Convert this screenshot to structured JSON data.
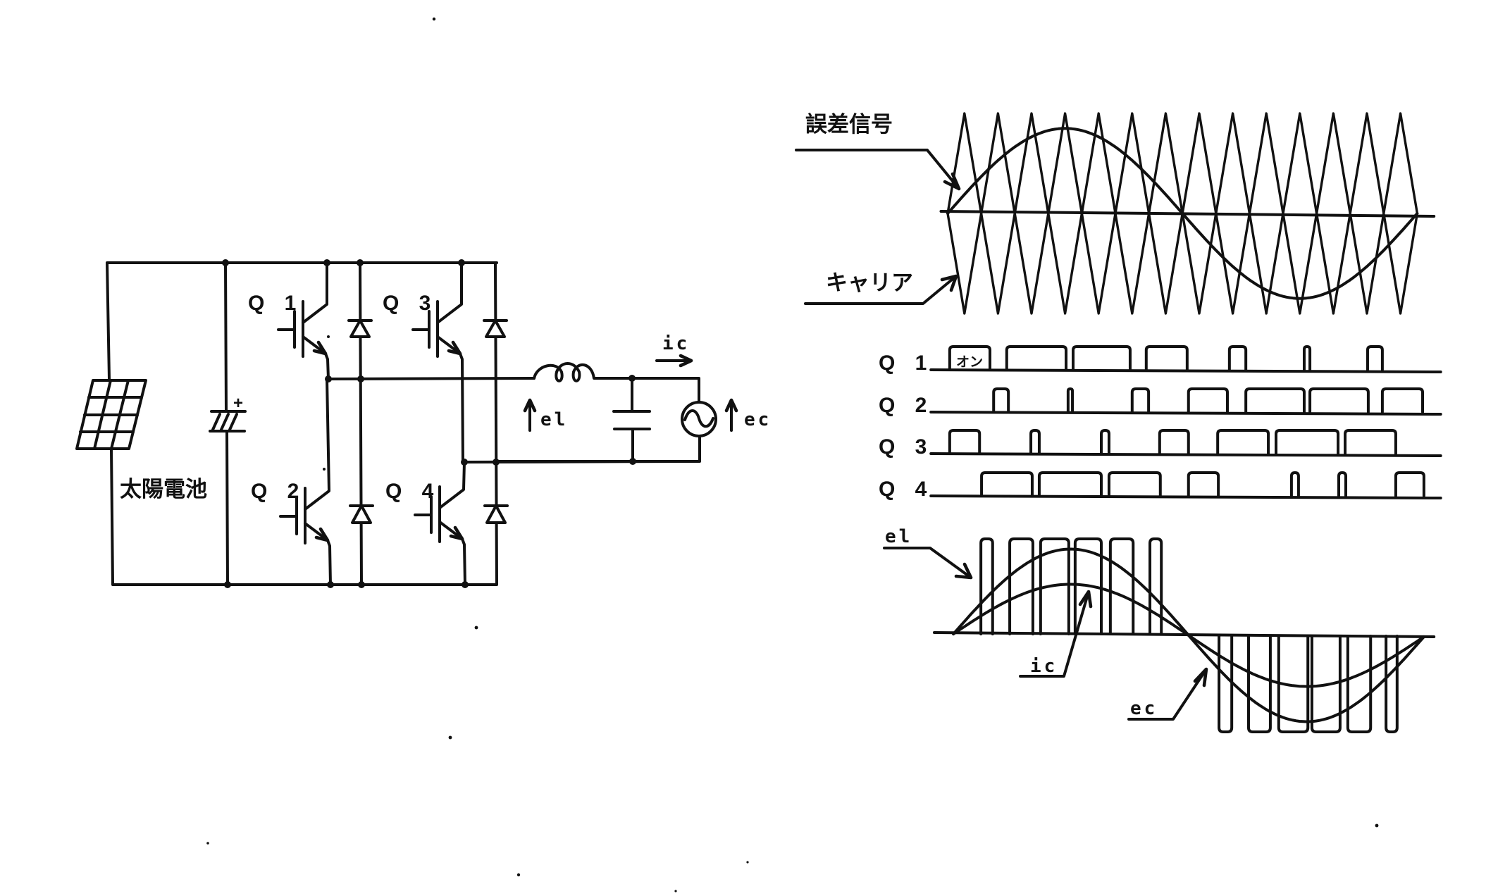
{
  "circuit": {
    "solar_cell_label": "太陽電池",
    "capacitor_polarity": "+",
    "switch_labels": [
      "Q 1",
      "Q 2",
      "Q 3",
      "Q 4"
    ],
    "inductor_voltage_label": "el",
    "grid_voltage_label": "ec",
    "output_current_label": "ic"
  },
  "waveforms": {
    "time_unit": "carrier half-periods",
    "labels": {
      "error_signal": "誤差信号",
      "carrier": "キャリア",
      "on_state": "オン",
      "el": "el",
      "ic": "ic",
      "ec": "ec"
    },
    "carrier": {
      "type": "triangle",
      "peaks": 14,
      "amplitude": 1.0,
      "t_range": [
        0,
        14
      ]
    },
    "error_signal": {
      "type": "sine",
      "cycles": 1,
      "amplitude": 0.85,
      "t_range": [
        0,
        14
      ]
    },
    "axis_t_range": [
      -0.2,
      14.5
    ],
    "gate_axis_t_range": [
      -0.5,
      14.7
    ],
    "gate_signals": [
      {
        "name": "Q 1",
        "on_intervals": [
          [
            0.06,
            1.26
          ],
          [
            1.76,
            3.53
          ],
          [
            3.74,
            5.44
          ],
          [
            5.92,
            7.14
          ],
          [
            8.4,
            8.89
          ],
          [
            10.63,
            10.8
          ],
          [
            12.52,
            12.96
          ]
        ]
      },
      {
        "name": "Q 2",
        "on_intervals": [
          [
            1.37,
            1.81
          ],
          [
            3.59,
            3.72
          ],
          [
            5.5,
            5.99
          ],
          [
            7.18,
            8.34
          ],
          [
            8.89,
            10.63
          ],
          [
            10.8,
            12.54
          ],
          [
            12.96,
            14.16
          ]
        ]
      },
      {
        "name": "Q 3",
        "on_intervals": [
          [
            0.06,
            0.95
          ],
          [
            2.48,
            2.73
          ],
          [
            4.58,
            4.81
          ],
          [
            6.32,
            7.18
          ],
          [
            8.05,
            9.56
          ],
          [
            9.79,
            11.64
          ],
          [
            11.85,
            13.36
          ]
        ]
      },
      {
        "name": "Q 4",
        "on_intervals": [
          [
            1.01,
            2.52
          ],
          [
            2.73,
            4.58
          ],
          [
            4.81,
            6.34
          ],
          [
            7.18,
            8.07
          ],
          [
            10.25,
            10.46
          ],
          [
            11.66,
            11.87
          ],
          [
            13.36,
            14.2
          ]
        ]
      }
    ],
    "output_axis_t_range": [
      -0.4,
      14.5
    ],
    "el": {
      "pulse_amplitude": 1.0,
      "positive_pulses": [
        [
          0.99,
          1.34
        ],
        [
          1.85,
          2.54
        ],
        [
          2.77,
          3.61
        ],
        [
          3.8,
          4.58
        ],
        [
          4.85,
          5.53
        ],
        [
          6.03,
          6.37
        ]
      ],
      "negative_pulses": [
        [
          8.09,
          8.47
        ],
        [
          8.97,
          9.62
        ],
        [
          9.87,
          10.74
        ],
        [
          10.86,
          11.7
        ],
        [
          11.93,
          12.61
        ],
        [
          13.07,
          13.4
        ]
      ]
    },
    "ec": {
      "type": "sine",
      "cycles": 1,
      "amplitude": 0.9,
      "t_range": [
        0.17,
        14.2
      ]
    },
    "ic": {
      "type": "sine",
      "cycles": 1,
      "amplitude": 0.53,
      "t_range": [
        0.17,
        14.2
      ]
    }
  }
}
